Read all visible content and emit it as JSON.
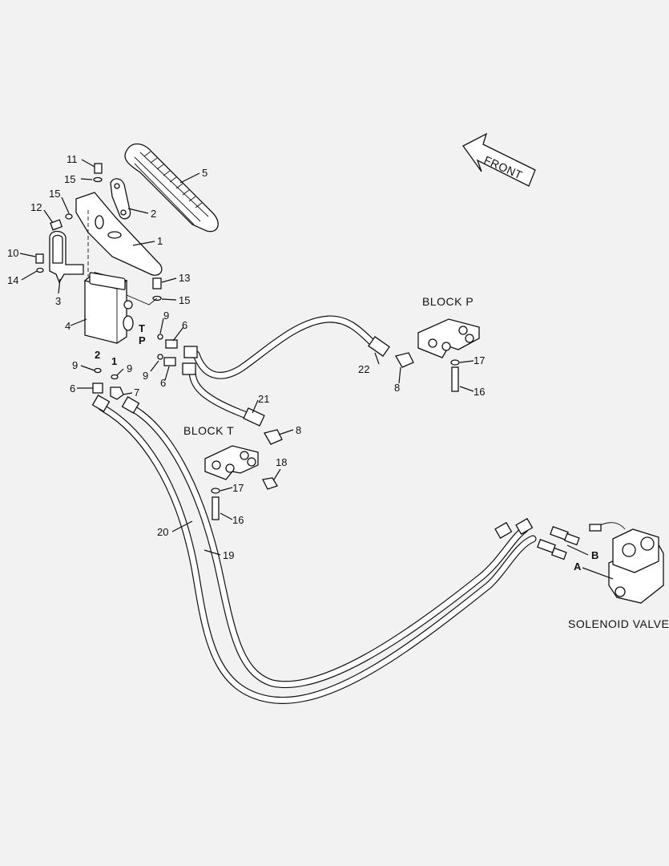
{
  "diagram": {
    "direction_arrow": "FRONT",
    "labels": {
      "block_p": "BLOCK  P",
      "block_t": "BLOCK  T",
      "solenoid_valve": "SOLENOID VALVE"
    },
    "ports": {
      "t": "T",
      "p": "P",
      "two": "2",
      "one": "1",
      "a": "A",
      "b": "B"
    },
    "callouts": [
      {
        "id": "c11",
        "text": "11"
      },
      {
        "id": "c15a",
        "text": "15"
      },
      {
        "id": "c15b",
        "text": "15"
      },
      {
        "id": "c12",
        "text": "12"
      },
      {
        "id": "c5",
        "text": "5"
      },
      {
        "id": "c2",
        "text": "2"
      },
      {
        "id": "c1",
        "text": "1"
      },
      {
        "id": "c10",
        "text": "10"
      },
      {
        "id": "c14",
        "text": "14"
      },
      {
        "id": "c3",
        "text": "3"
      },
      {
        "id": "c13",
        "text": "13"
      },
      {
        "id": "c15c",
        "text": "15"
      },
      {
        "id": "c4",
        "text": "4"
      },
      {
        "id": "c9a",
        "text": "9"
      },
      {
        "id": "c6a",
        "text": "6"
      },
      {
        "id": "c9b",
        "text": "9"
      },
      {
        "id": "c6b",
        "text": "6"
      },
      {
        "id": "c9c",
        "text": "9"
      },
      {
        "id": "c9d",
        "text": "9"
      },
      {
        "id": "c6c",
        "text": "6"
      },
      {
        "id": "c7",
        "text": "7"
      },
      {
        "id": "c22",
        "text": "22"
      },
      {
        "id": "c8a",
        "text": "8"
      },
      {
        "id": "c17a",
        "text": "17"
      },
      {
        "id": "c16a",
        "text": "16"
      },
      {
        "id": "c21",
        "text": "21"
      },
      {
        "id": "c8b",
        "text": "8"
      },
      {
        "id": "c18",
        "text": "18"
      },
      {
        "id": "c17b",
        "text": "17"
      },
      {
        "id": "c16b",
        "text": "16"
      },
      {
        "id": "c20",
        "text": "20"
      },
      {
        "id": "c19",
        "text": "19"
      }
    ]
  }
}
